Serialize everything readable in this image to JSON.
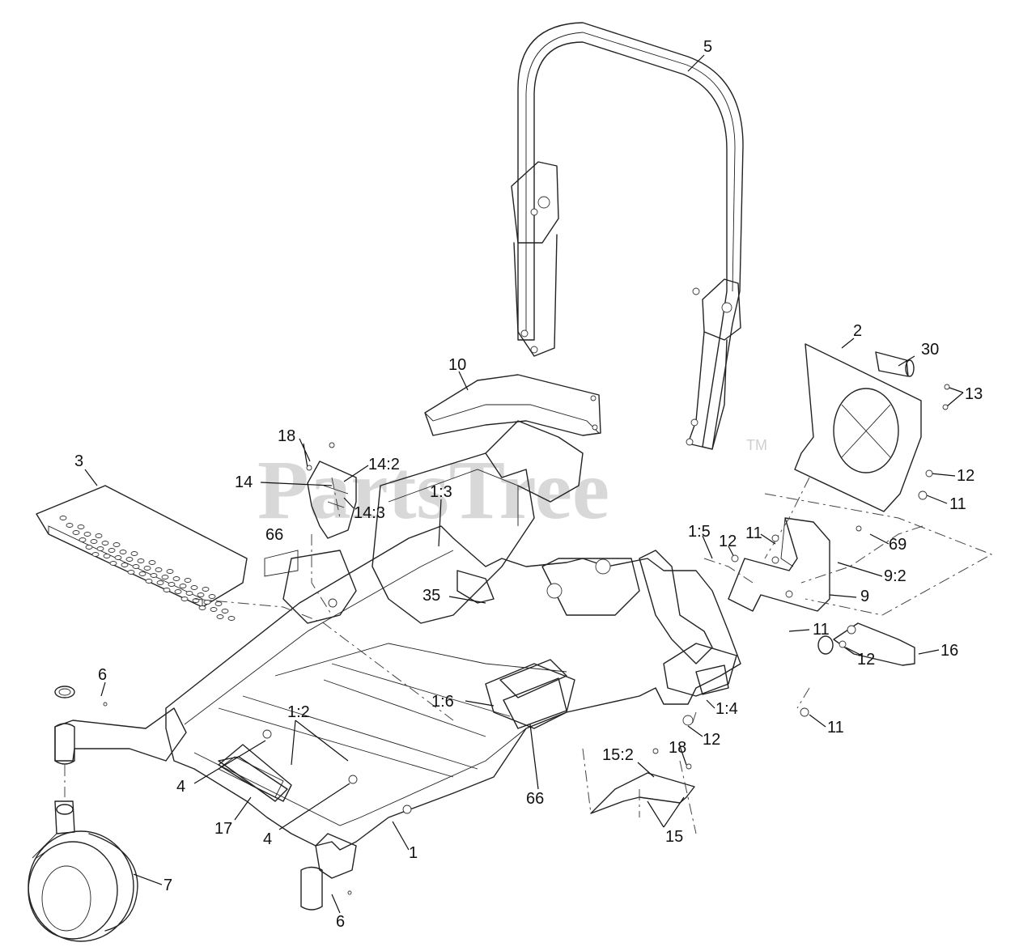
{
  "watermark": {
    "text": "PartsTree",
    "trademark": "TM"
  },
  "callouts": {
    "c5": "5",
    "c2": "2",
    "c30": "30",
    "c13": "13",
    "c10": "10",
    "c12a": "12",
    "c11a": "11",
    "c18a": "18",
    "c14_2": "14:2",
    "c14": "14",
    "c3": "3",
    "c1_3": "1:3",
    "c14_3": "14:3",
    "c66a": "66",
    "c1_5": "1:5",
    "c12b": "12",
    "c11b": "11",
    "c69": "69",
    "c9_2": "9:2",
    "c9": "9",
    "c35": "35",
    "c11c": "11",
    "c16": "16",
    "c12c": "12",
    "c6a": "6",
    "c1_6": "1:6",
    "c1_4": "1:4",
    "c11d": "11",
    "c12d": "12",
    "c1_2": "1:2",
    "c18b": "18",
    "c15_2": "15:2",
    "c4a": "4",
    "c66b": "66",
    "c17": "17",
    "c4b": "4",
    "c15": "15",
    "c1": "1",
    "c7": "7",
    "c6b": "6"
  }
}
